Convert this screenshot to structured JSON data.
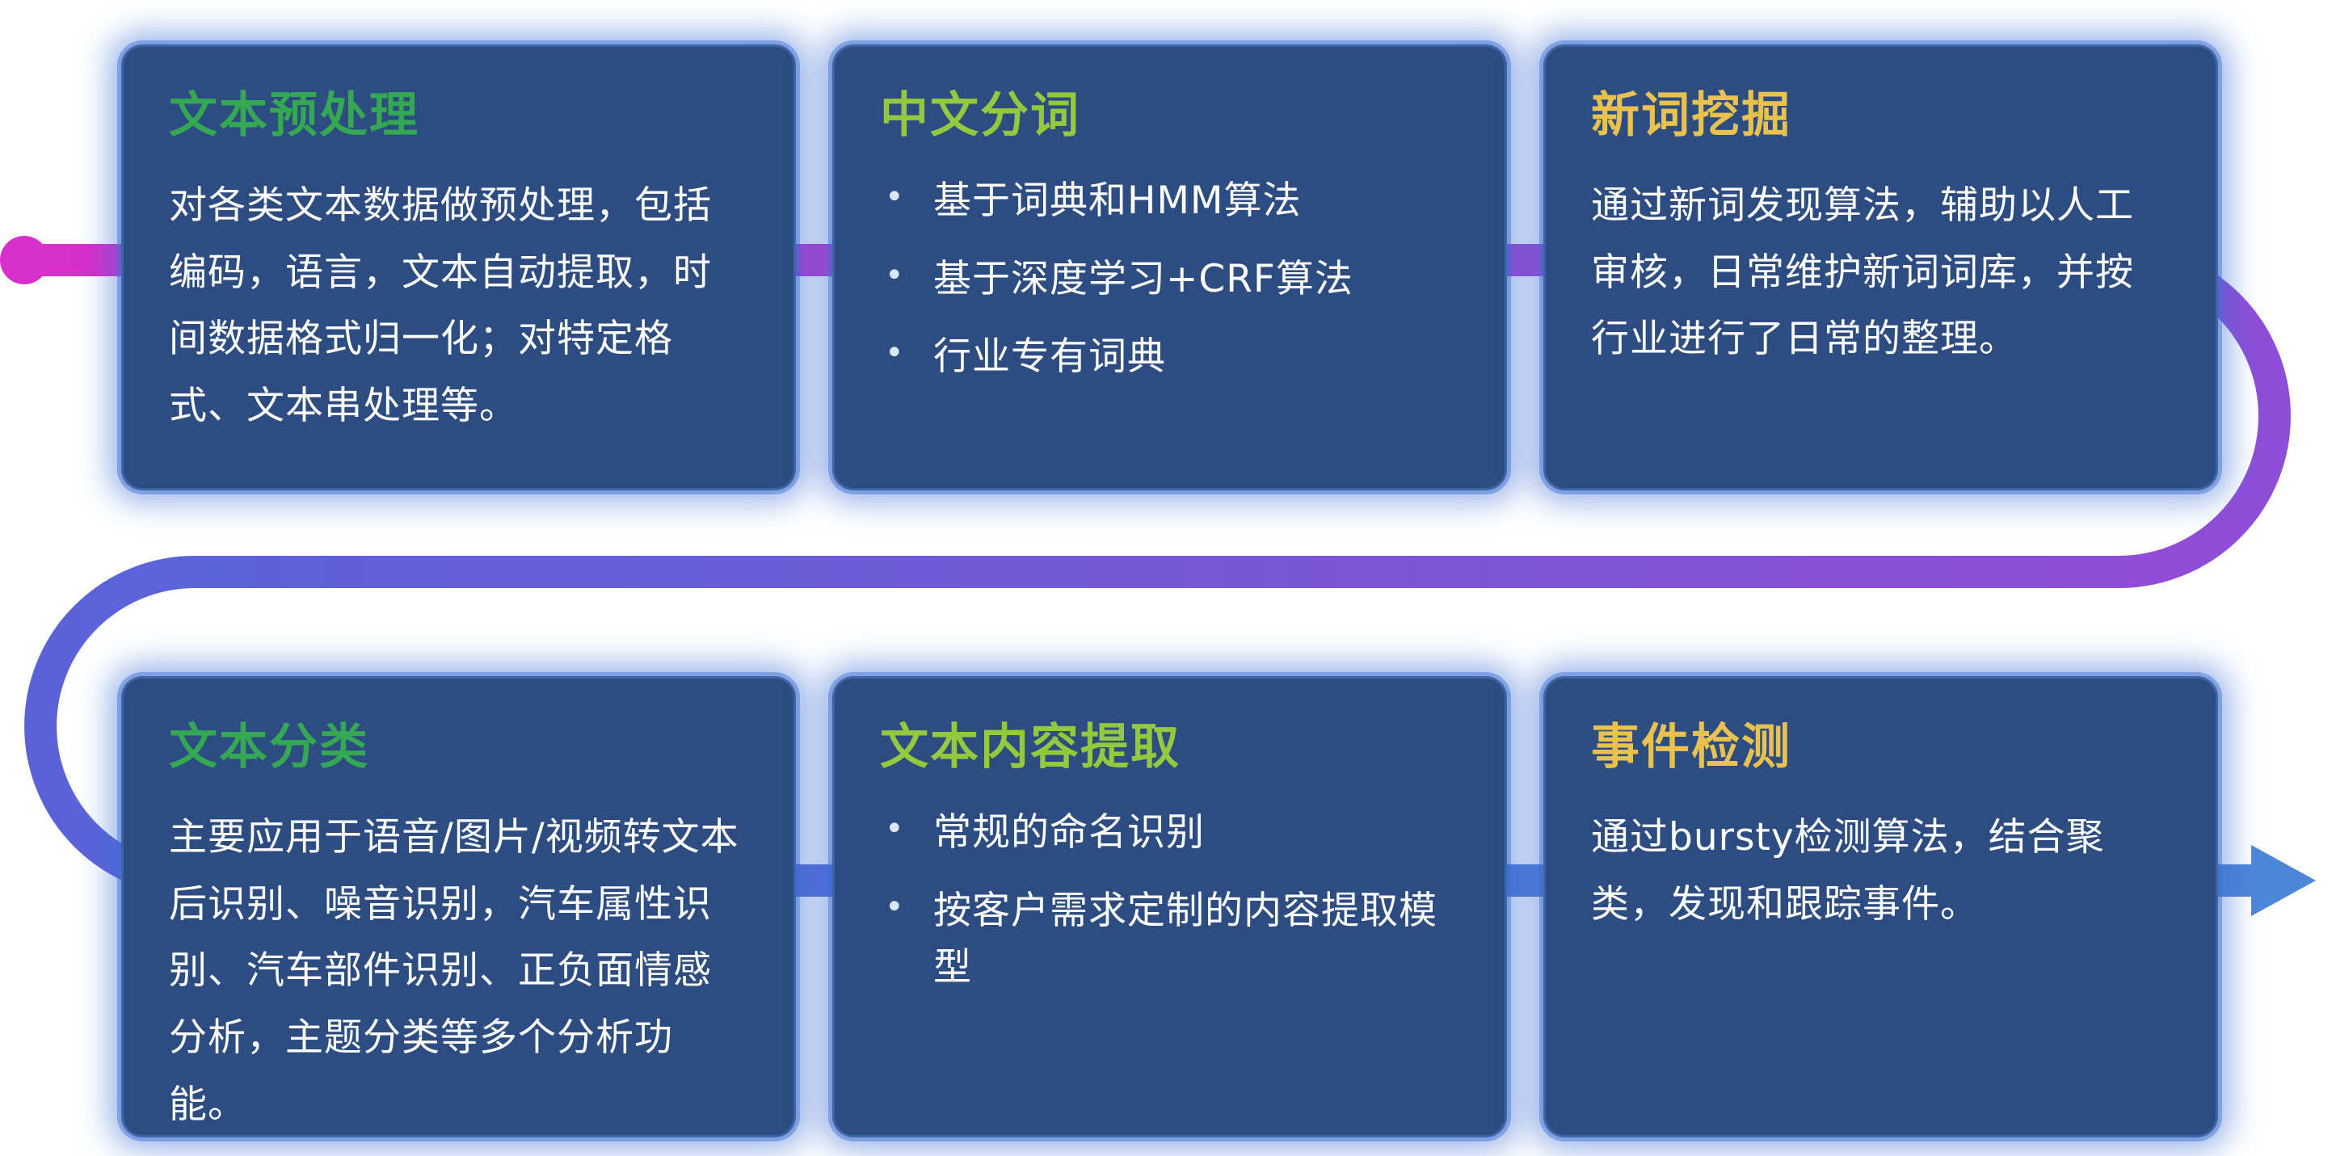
{
  "page": {
    "background": "#ffffff",
    "description_flow": "serpentine pipeline connector starting with a magenta dot at top-left and ending with a blue right arrow at bottom-right"
  },
  "flow": {
    "start_color": "#d92fca",
    "magenta": "#b23fd2",
    "purple": "#8e4ed8",
    "violet": "#5b62d8",
    "blue": "#4e87d8"
  },
  "colors": {
    "card_background": "#2d4d82",
    "card_glow": "#3b6fd6",
    "body_text": "#ffffff",
    "title_green": "#34a853",
    "title_lime": "#95c93d",
    "title_gold": "#e9c24d"
  },
  "cards": [
    {
      "title": "文本预处理",
      "title_color": "green",
      "body": "对各类文本数据做预处理，包括编码，语言，文本自动提取，时间数据格式归一化；对特定格式、文本串处理等。"
    },
    {
      "title": "中文分词",
      "title_color": "lime",
      "bullets": [
        "基于词典和HMM算法",
        "基于深度学习+CRF算法",
        "行业专有词典"
      ]
    },
    {
      "title": "新词挖掘",
      "title_color": "gold",
      "body": "通过新词发现算法，辅助以人工审核，日常维护新词词库，并按行业进行了日常的整理。"
    },
    {
      "title": "文本分类",
      "title_color": "green",
      "body": "主要应用于语音/图片/视频转文本后识别、噪音识别，汽车属性识别、汽车部件识别、正负面情感分析，主题分类等多个分析功能。"
    },
    {
      "title": "文本内容提取",
      "title_color": "lime",
      "bullets": [
        "常规的命名识别",
        "按客户需求定制的内容提取模型"
      ]
    },
    {
      "title": "事件检测",
      "title_color": "gold",
      "body": "通过bursty检测算法，结合聚类，发现和跟踪事件。"
    }
  ]
}
